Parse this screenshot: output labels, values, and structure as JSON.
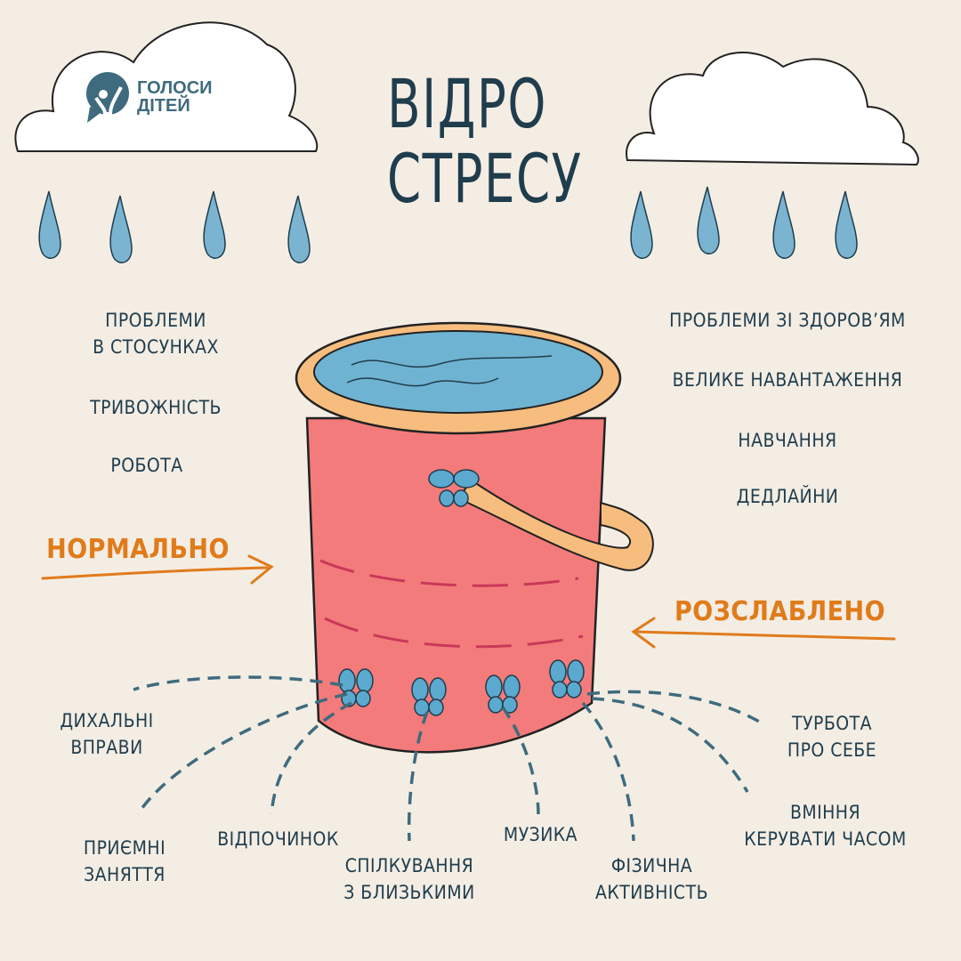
{
  "logo": {
    "text": "ГОЛОСИ\nДІТЕЙ"
  },
  "title": "ВІДРО\nСТРЕСУ",
  "stressors_left": [
    "ПРОБЛЕМИ\nВ СТОСУНКАХ",
    "ТРИВОЖНІСТЬ",
    "РОБОТА"
  ],
  "stressors_right": [
    "ПРОБЛЕМИ ЗІ ЗДОРОВ’ЯМ",
    "ВЕЛИКЕ НАВАНТАЖЕННЯ",
    "НАВЧАННЯ",
    "ДЕДЛАЙНИ"
  ],
  "levels": {
    "normal": "НОРМАЛЬНО",
    "relaxed": "РОЗСЛАБЛЕНО"
  },
  "coping": [
    "ДИХАЛЬНІ\nВПРАВИ",
    "ПРИЄМНІ\nЗАНЯТТЯ",
    "ВІДПОЧИНОК",
    "СПІЛКУВАННЯ\nЗ БЛИЗЬКИМИ",
    "МУЗИКА",
    "ФІЗИЧНА\nАКТИВНІСТЬ",
    "ВМІННЯ\nКЕРУВАТИ ЧАСОМ",
    "ТУРБОТА\nПРО СЕБЕ"
  ],
  "colors": {
    "text": "#1f3d4d",
    "accent": "#e07b1a",
    "bucket": "#f47b7b",
    "rim": "#f7bd7e",
    "water": "#6fb3d2",
    "drop": "#7ab4d0"
  }
}
